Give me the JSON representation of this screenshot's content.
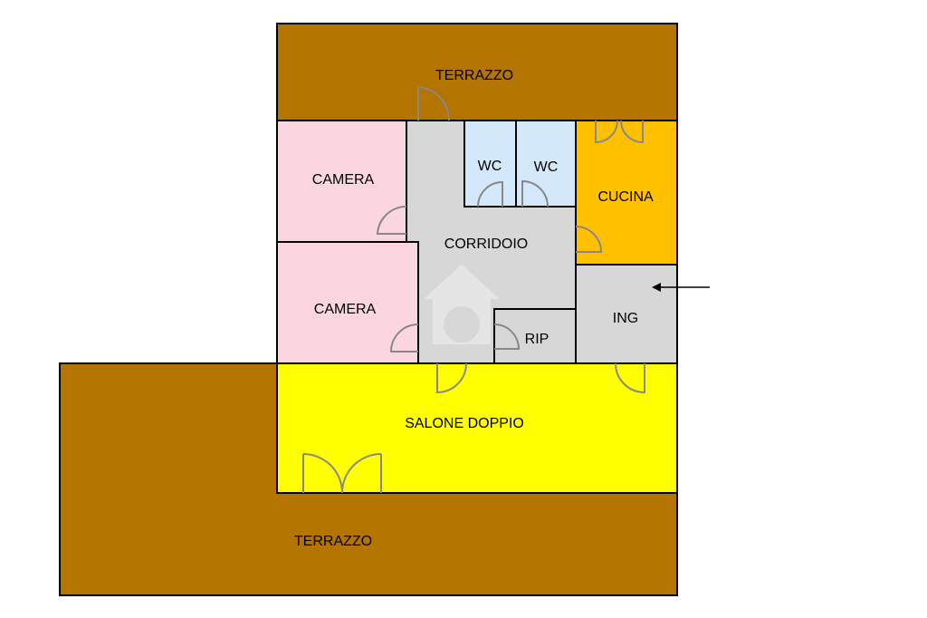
{
  "rooms": {
    "terrace_top": "TERRAZZO",
    "bedroom_1": "CAMERA",
    "bedroom_2": "CAMERA",
    "wc_1": "WC",
    "wc_2": "WC",
    "kitchen": "CUCINA",
    "corridor": "CORRIDOIO",
    "storage": "RIP",
    "entrance": "ING",
    "living": "SALONE DOPPIO",
    "terrace_bottom": "TERRAZZO"
  },
  "colors": {
    "terrace": "#b37400",
    "bedroom": "#fcd6df",
    "wc": "#d3e8fb",
    "kitchen": "#ffc000",
    "corridor": "#d7d7d7",
    "living": "#ffff00"
  }
}
